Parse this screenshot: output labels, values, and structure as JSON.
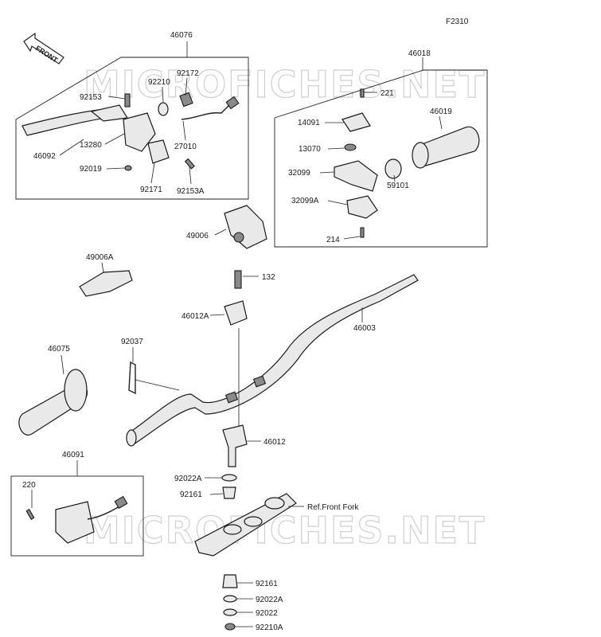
{
  "figure_code": "F2310",
  "front_tag": "FRONT",
  "watermark": "MICROFICHES.NET",
  "labels": {
    "p46076": "46076",
    "p92172": "92172",
    "p92210": "92210",
    "p92153": "92153",
    "p46092": "46092",
    "p13280": "13280",
    "p27010": "27010",
    "p92019": "92019",
    "p92171": "92171",
    "p92153A": "92153A",
    "p46018": "46018",
    "p221": "221",
    "p14091": "14091",
    "p46019": "46019",
    "p13070": "13070",
    "p32099": "32099",
    "p32099A": "32099A",
    "p59101": "59101",
    "p214": "214",
    "p49006": "49006",
    "p49006A": "49006A",
    "p132": "132",
    "p46012A": "46012A",
    "p46003": "46003",
    "p92037": "92037",
    "p46075": "46075",
    "p46012": "46012",
    "p46091": "46091",
    "p92022A_top": "92022A",
    "p220": "220",
    "p92161_top": "92161",
    "ref_front_fork": "Ref.Front Fork",
    "p92161_bot": "92161",
    "p92022A_bot": "92022A",
    "p92022": "92022",
    "p92210A": "92210A"
  }
}
